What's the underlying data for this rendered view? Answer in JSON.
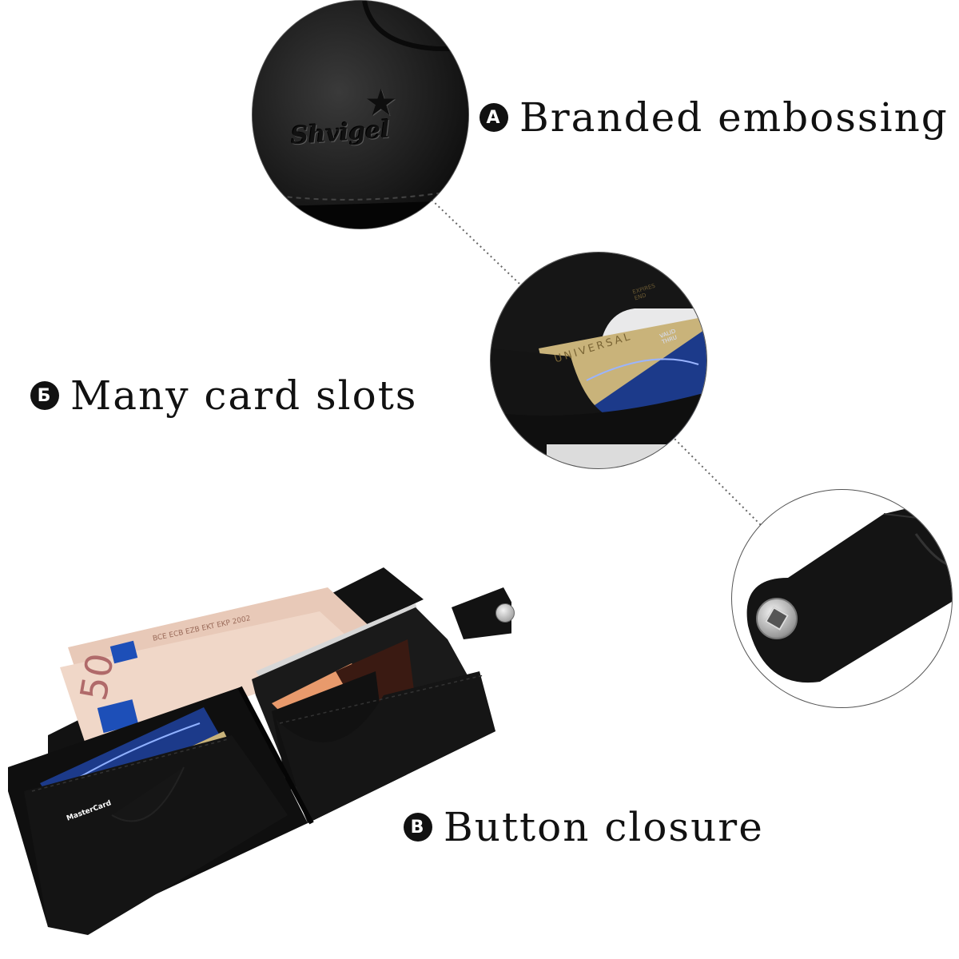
{
  "callouts": [
    {
      "badge": "A",
      "label": "Branded embossing"
    },
    {
      "badge": "Б",
      "label": "Many card slots"
    },
    {
      "badge": "B",
      "label": "Button closure"
    }
  ],
  "embossing": {
    "brand": "Shvigel"
  },
  "cards": {
    "gold_card_text": "UNIVERSAL",
    "gold_card_expiry_label": "EXPIRES END",
    "blue_card_label": "VALID THRU",
    "mastercard_text": "MasterCard"
  },
  "banknote": {
    "denomination": "50",
    "issuer_codes": "BCE ECB EZB EKT EKP 2002"
  },
  "colors": {
    "leather": "#141414",
    "gold_card": "#c9b37a",
    "blue_card": "#1c3a8a",
    "banknote": "#e8c9b8",
    "text": "#111111"
  },
  "icons": [
    "star-logo-icon",
    "snap-button-icon",
    "eu-flag-icon"
  ]
}
